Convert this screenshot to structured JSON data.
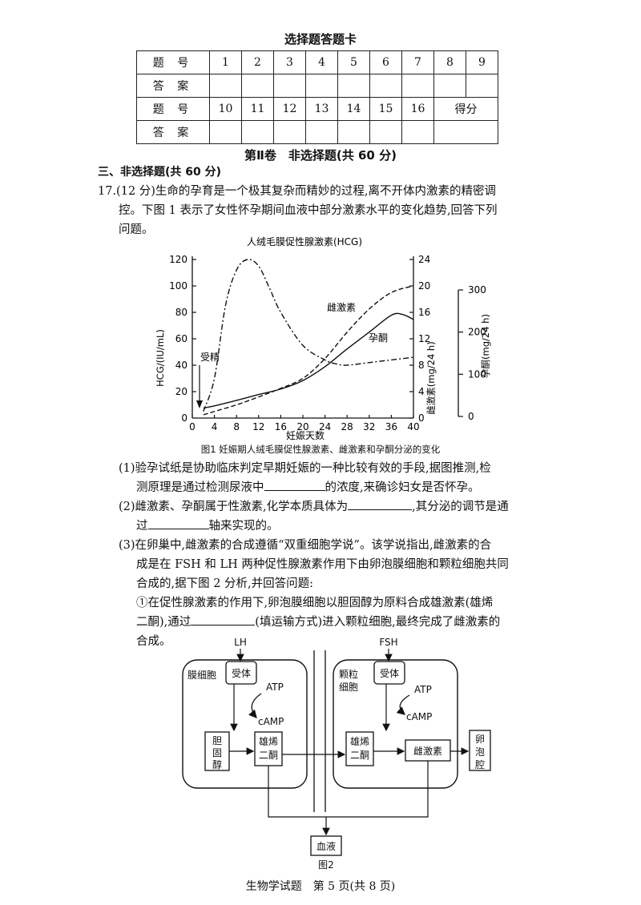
{
  "answer_card": {
    "title": "选择题答题卡",
    "row_labels": {
      "number": "题 号",
      "answer": "答 案"
    },
    "row1_numbers": [
      "1",
      "2",
      "3",
      "4",
      "5",
      "6",
      "7",
      "8",
      "9"
    ],
    "row2_numbers": [
      "10",
      "11",
      "12",
      "13",
      "14",
      "15",
      "16"
    ],
    "score_label": "得分"
  },
  "part2_title": "第Ⅱ卷　非选择题(共 60 分)",
  "section3_title": "三、非选择题(共 60 分)",
  "question17": {
    "intro_line1": "17.(12 分)生命的孕育是一个极其复杂而精妙的过程,离不开体内激素的精密调",
    "intro_line2": "控。下图 1 表示了女性怀孕期间血液中部分激素水平的变化趋势,回答下列",
    "intro_line3": "问题。",
    "q1_part1": "(1)验孕试纸是协助临床判定早期妊娠的一种比较有效的手段,据图推测,检",
    "q1_part2a": "测原理是通过检测尿液中",
    "q1_part2b": "的浓度,来确诊妇女是否怀孕。",
    "q2_part1a": "(2)雌激素、孕酮属于性激素,化学本质具体为",
    "q2_part1b": ",其分泌的调节是通",
    "q2_part2a": "过",
    "q2_part2b": "轴来实现的。",
    "q3_line1": "(3)在卵巢中,雌激素的合成遵循“双重细胞学说”。该学说指出,雌激素的合",
    "q3_line2": "成是在 FSH 和 LH 两种促性腺激素作用下由卵泡膜细胞和颗粒细胞共同",
    "q3_line3": "合成的,据下图 2 分析,并回答问题:",
    "q3_sub1_line1": "①在促性腺激素的作用下,卵泡膜细胞以胆固醇为原料合成雄激素(雄烯",
    "q3_sub1_line2a": "二酮),通过",
    "q3_sub1_line2b": "(填运输方式)进入颗粒细胞,最终完成了雌激素的",
    "q3_sub1_line3": "合成。"
  },
  "chart_data": {
    "type": "line",
    "title": "人绒毛膜促性腺激素(HCG)",
    "caption": "图1 妊娠期人绒毛膜促性腺激素、雌激素和孕酮分泌的变化",
    "xlabel": "妊娠天数",
    "x_ticks": [
      "0",
      "4",
      "8",
      "12",
      "16",
      "20",
      "24",
      "28",
      "32",
      "36",
      "40"
    ],
    "xlim": [
      0,
      40
    ],
    "left_axis": {
      "label": "HCG/(IU/mL)",
      "ticks": [
        "0",
        "20",
        "40",
        "60",
        "80",
        "100",
        "120"
      ],
      "lim": [
        0,
        120
      ]
    },
    "right_axis1": {
      "label": "雌激素(mg/24 h)",
      "ticks": [
        "0",
        "4",
        "8",
        "12",
        "16",
        "20",
        "24"
      ],
      "lim": [
        0,
        24
      ]
    },
    "right_axis2": {
      "label": "孕酮(mg/24 h)",
      "ticks": [
        "0",
        "100",
        "200",
        "300"
      ],
      "lim": [
        0,
        300
      ]
    },
    "annotation": "受精",
    "series": [
      {
        "name": "",
        "axis": "left",
        "style": "dash-dot",
        "x": [
          2,
          4,
          6,
          8,
          10,
          12,
          14,
          16,
          20,
          24,
          26,
          28,
          32,
          36,
          40
        ],
        "y": [
          5,
          30,
          85,
          112,
          120,
          115,
          98,
          80,
          55,
          44,
          41,
          40,
          42,
          44,
          46
        ]
      },
      {
        "name": "雌激素",
        "axis": "right1",
        "style": "dashed",
        "x": [
          2,
          4,
          8,
          12,
          16,
          20,
          24,
          28,
          32,
          36,
          40
        ],
        "y": [
          0.5,
          1,
          2,
          3.2,
          4.5,
          6,
          9,
          13,
          16.5,
          19,
          20
        ]
      },
      {
        "name": "孕酮",
        "axis": "right2",
        "style": "solid",
        "x": [
          2,
          4,
          8,
          12,
          16,
          20,
          24,
          28,
          32,
          36,
          38,
          40
        ],
        "y": [
          20,
          25,
          38,
          52,
          65,
          85,
          118,
          160,
          200,
          240,
          242,
          230
        ]
      }
    ]
  },
  "figure2": {
    "caption": "图2",
    "lh": "LH",
    "fsh": "FSH",
    "theca_cell": "膜细胞",
    "granulosa_cell": "颗粒\n细胞",
    "receptor": "受体",
    "atp": "ATP",
    "camp": "cAMP",
    "cholesterol": "胆\n固\n醇",
    "androstenedione": "雄烯\n二酮",
    "estrogen": "雌激素",
    "follicle_cavity": "卵\n泡\n腔",
    "blood": "血液"
  },
  "footer": "生物学试题　第 5 页(共 8 页)"
}
